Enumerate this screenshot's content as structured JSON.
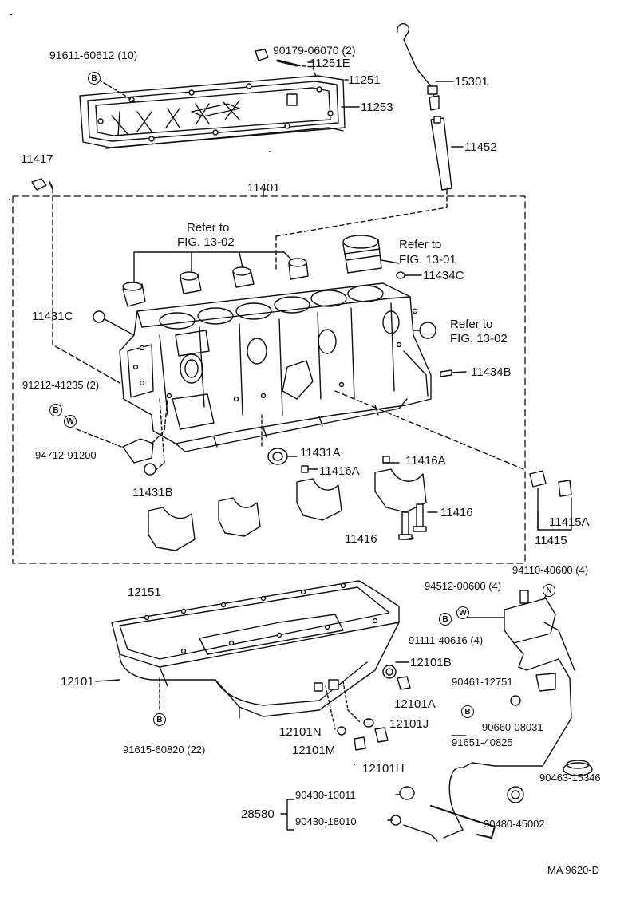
{
  "diagram": {
    "labels": {
      "p91611": "91611-60612 (10)",
      "p90179": "90179-06070 (2)",
      "p11251E": "11251E",
      "p11251": "11251",
      "p11253": "11253",
      "p15301": "15301",
      "p11452": "11452",
      "p11417": "11417",
      "p11401": "11401",
      "refer1": "Refer to",
      "fig1302a": "FIG. 13-02",
      "refer2": "Refer to",
      "fig1301": "FIG. 13-01",
      "p11434C": "11434C",
      "p11431C": "11431C",
      "refer3": "Refer to",
      "fig1302b": "FIG. 13-02",
      "p11434B": "11434B",
      "p91212": "91212-41235 (2)",
      "p94712": "94712-91200",
      "p11431A": "11431A",
      "p11416A_1": "11416A",
      "p11416A_2": "11416A",
      "p11431B": "11431B",
      "p11416_1": "11416",
      "p11416_2": "11416",
      "p11415A": "11415A",
      "p11415": "11415",
      "p94110": "94110-40600 (4)",
      "p94512": "94512-00600 (4)",
      "p91111": "91111-40616 (4)",
      "p12151": "12151",
      "p12101B": "12101B",
      "p12101": "12101",
      "p12101A": "12101A",
      "p90461": "90461-12751",
      "p90660": "90660-08031",
      "p91651": "91651-40825",
      "p12101N": "12101N",
      "p12101J": "12101J",
      "p12101M": "12101M",
      "p12101H": "12101H",
      "p91615": "91615-60820 (22)",
      "p90463": "90463-15346",
      "p28580": "28580",
      "p90430a": "90430-10011",
      "p90430b": "90430-18010",
      "p90480": "90480-45002",
      "code": "MA  9620-D"
    },
    "badges": {
      "b1": "B",
      "b2": "B",
      "w1": "W",
      "b3": "B",
      "w2": "W",
      "n1": "N",
      "b4": "B",
      "b5": "B"
    }
  }
}
